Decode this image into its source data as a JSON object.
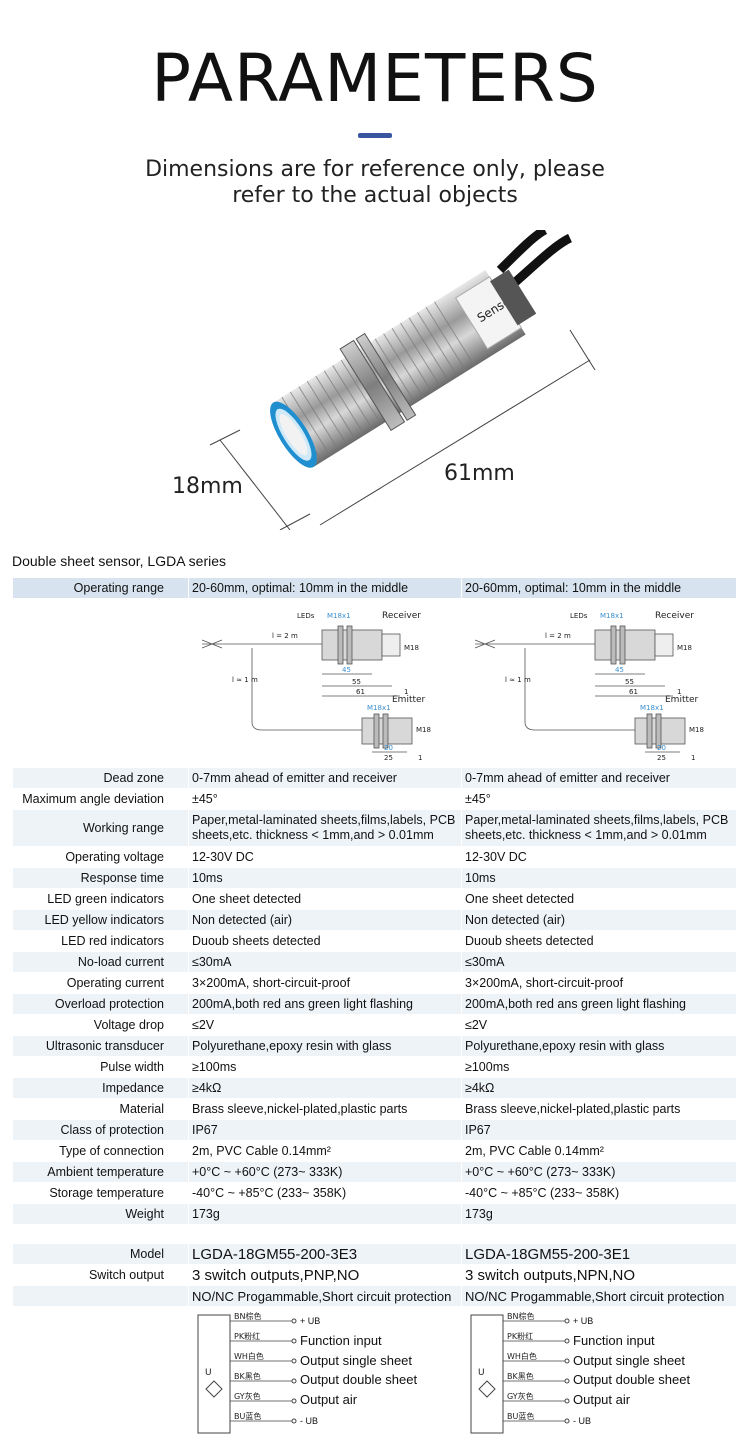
{
  "header": {
    "title": "PARAMETERS",
    "subtitle_line1": "Dimensions are for reference only, please",
    "subtitle_line2": "refer to the actual objects",
    "accent_color": "#3a55a0"
  },
  "product_image": {
    "dim_diameter": "18mm",
    "dim_length": "61mm",
    "body_print": "Sensors"
  },
  "table": {
    "caption": "Double sheet sensor, LGDA series",
    "rows": [
      {
        "label": "Operating range",
        "a": "20-60mm, optimal: 10mm in the middle",
        "b": "20-60mm, optimal: 10mm in the middle"
      },
      {
        "label": "Dead zone",
        "a": "0-7mm ahead of emitter and receiver",
        "b": "0-7mm ahead of emitter and receiver"
      },
      {
        "label": "Maximum angle deviation",
        "a": "±45°",
        "b": "±45°"
      },
      {
        "label": "Working range",
        "a": "Paper,metal-laminated sheets,films,labels, PCB sheets,etc. thickness < 1mm,and > 0.01mm",
        "b": "Paper,metal-laminated sheets,films,labels, PCB sheets,etc. thickness < 1mm,and > 0.01mm"
      },
      {
        "label": "Operating voltage",
        "a": "12-30V DC",
        "b": "12-30V DC"
      },
      {
        "label": "Response time",
        "a": "10ms",
        "b": "10ms"
      },
      {
        "label": "LED green indicators",
        "a": "One sheet detected",
        "b": "One sheet detected"
      },
      {
        "label": "LED yellow indicators",
        "a": "Non detected (air)",
        "b": "Non detected (air)"
      },
      {
        "label": "LED red indicators",
        "a": "Duoub sheets detected",
        "b": "Duoub sheets detected"
      },
      {
        "label": "No-load current",
        "a": "≤30mA",
        "b": "≤30mA"
      },
      {
        "label": "Operating current",
        "a": "3×200mA, short-circuit-proof",
        "b": "3×200mA, short-circuit-proof"
      },
      {
        "label": "Overload protection",
        "a": "200mA,both red ans green light flashing",
        "b": "200mA,both red ans green light flashing"
      },
      {
        "label": "Voltage drop",
        "a": "≤2V",
        "b": "≤2V"
      },
      {
        "label": "Ultrasonic transducer",
        "a": "Polyurethane,epoxy resin with glass",
        "b": "Polyurethane,epoxy resin with glass"
      },
      {
        "label": "Pulse width",
        "a": "≥100ms",
        "b": "≥100ms"
      },
      {
        "label": "Impedance",
        "a": "≥4kΩ",
        "b": "≥4kΩ"
      },
      {
        "label": "Material",
        "a": "Brass sleeve,nickel-plated,plastic parts",
        "b": "Brass sleeve,nickel-plated,plastic parts"
      },
      {
        "label": "Class of protection",
        "a": "IP67",
        "b": "IP67"
      },
      {
        "label": "Type of connection",
        "a": "2m, PVC Cable 0.14mm²",
        "b": "2m, PVC Cable 0.14mm²"
      },
      {
        "label": "Ambient temperature",
        "a": "+0°C ~ +60°C  (273~ 333K)",
        "b": "+0°C ~ +60°C  (273~ 333K)"
      },
      {
        "label": "Storage temperature",
        "a": "-40°C ~ +85°C  (233~ 358K)",
        "b": "-40°C ~ +85°C  (233~ 358K)"
      },
      {
        "label": "Weight",
        "a": "173g",
        "b": "173g"
      },
      {
        "label": "Model",
        "a": "LGDA-18GM55-200-3E3",
        "b": "LGDA-18GM55-200-3E1"
      },
      {
        "label": "Switch output",
        "a": "3 switch outputs,PNP,NO",
        "b": "3 switch outputs,NPN,NO"
      },
      {
        "label": "",
        "a": "NO/NC Progammable,Short circuit protection",
        "b": "NO/NC Progammable,Short circuit protection"
      }
    ]
  },
  "dimension_drawing": {
    "leds": "LEDs",
    "thread": "M18x1",
    "receiver": "Receiver",
    "emitter": "Emitter",
    "cable_len": "l = 2 m",
    "cable_len2": "l ≈ 1 m",
    "m18": "M18",
    "d45": "45",
    "d55": "55",
    "d61": "61",
    "d1": "1",
    "d20": "20",
    "d25": "25"
  },
  "wiring": {
    "u_label": "U",
    "wires": [
      {
        "code": "BN棕色",
        "signal": "+ UB"
      },
      {
        "code": "PK粉红",
        "signal": "Function input"
      },
      {
        "code": "WH白色",
        "signal": "Output single sheet"
      },
      {
        "code": "BK黑色",
        "signal": "Output double sheet"
      },
      {
        "code": "GY灰色",
        "signal": "Output air"
      },
      {
        "code": "BU蓝色",
        "signal": "- UB"
      }
    ]
  }
}
